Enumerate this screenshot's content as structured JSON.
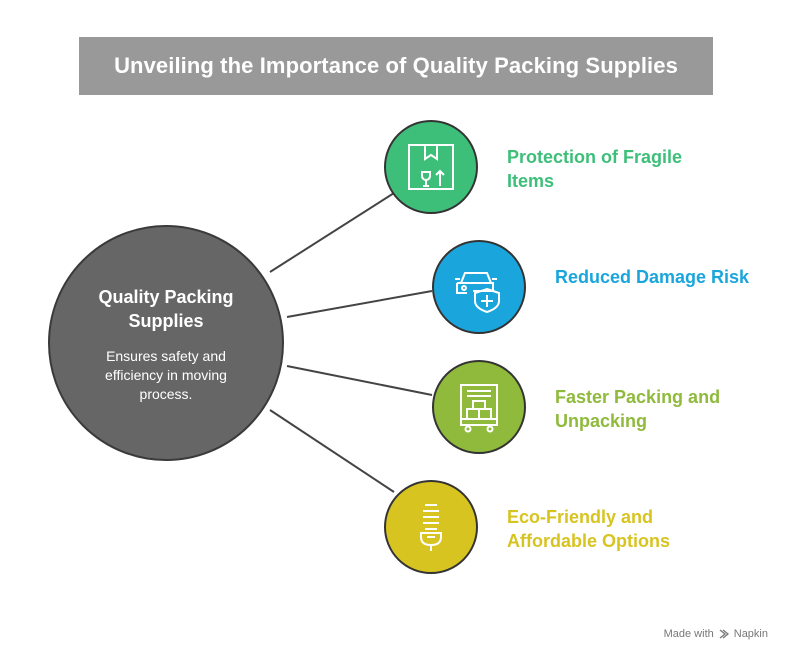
{
  "title": "Unveiling the Importance of Quality Packing Supplies",
  "hub": {
    "title": "Quality Packing Supplies",
    "description": "Ensures safety and efficiency in moving process."
  },
  "items": [
    {
      "label": "Protection of Fragile Items",
      "color": "#3dbf7a",
      "icon": "fragile-box-icon"
    },
    {
      "label": "Reduced Damage Risk",
      "color": "#1aa6dc",
      "icon": "car-shield-icon"
    },
    {
      "label": "Faster Packing and Unpacking",
      "color": "#8fba3c",
      "icon": "packing-cart-icon"
    },
    {
      "label": "Eco-Friendly and Affordable Options",
      "color": "#d8c421",
      "icon": "eco-bulb-icon"
    }
  ],
  "footer": {
    "prefix": "Made with",
    "brand": "Napkin"
  }
}
